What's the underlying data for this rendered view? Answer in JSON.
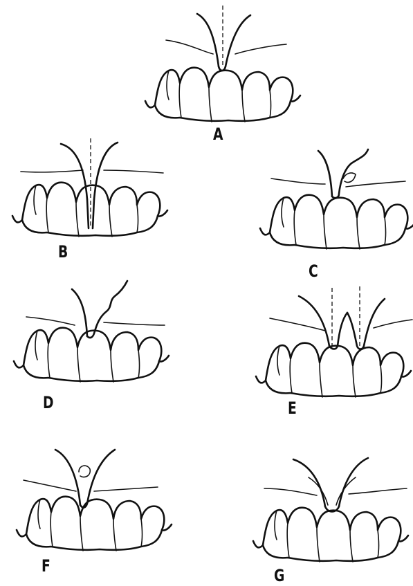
{
  "figure": {
    "panels": [
      {
        "id": "A",
        "label": "A"
      },
      {
        "id": "B",
        "label": "B"
      },
      {
        "id": "C",
        "label": "C"
      },
      {
        "id": "D",
        "label": "D"
      },
      {
        "id": "E",
        "label": "E"
      },
      {
        "id": "F",
        "label": "F"
      },
      {
        "id": "G",
        "label": "G"
      }
    ]
  },
  "colors": {
    "ink": "#111111",
    "background": "#ffffff"
  }
}
